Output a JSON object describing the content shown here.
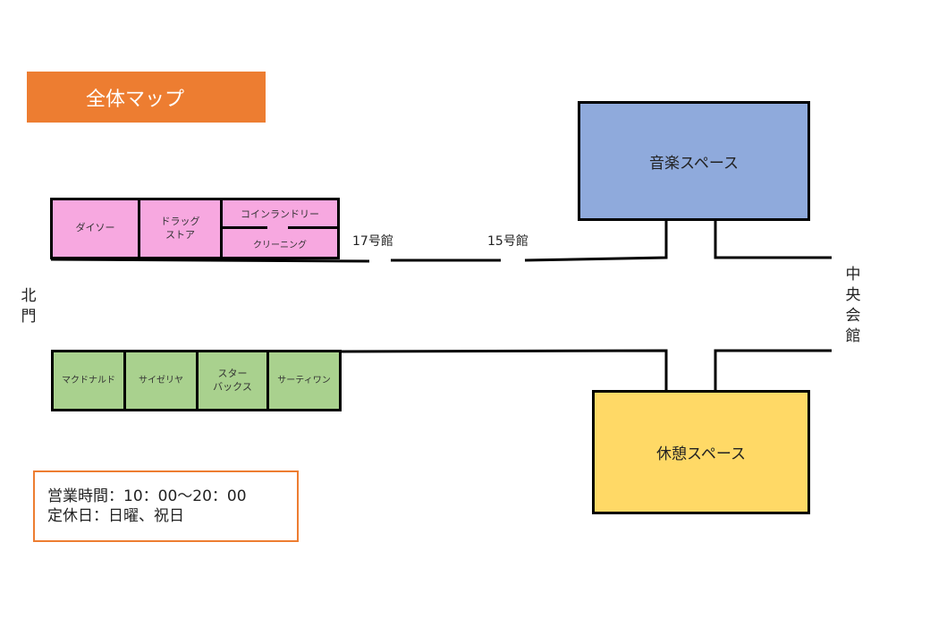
{
  "title": "全体マップ",
  "north_gate": "北門",
  "central_hall": "中央会館",
  "buildings": {
    "b17": "17号館",
    "b15": "15号館"
  },
  "north_shops": [
    "ダイソー",
    "ドラッグ\nストア",
    "コインランドリー",
    "クリーニング"
  ],
  "south_shops": [
    "マクドナルド",
    "サイゼリヤ",
    "スター\nバックス",
    "サーティワン"
  ],
  "music_space": "音楽スペース",
  "rest_space": "休憩スペース",
  "info": {
    "hours": "営業時間：10：00〜20：00",
    "closed": "定休日：日曜、祝日"
  },
  "colors": {
    "title": "#ed7d31",
    "north_shops": "#f7a8e0",
    "south_shops": "#a9d18e",
    "music": "#8faadc",
    "rest": "#ffd966"
  }
}
